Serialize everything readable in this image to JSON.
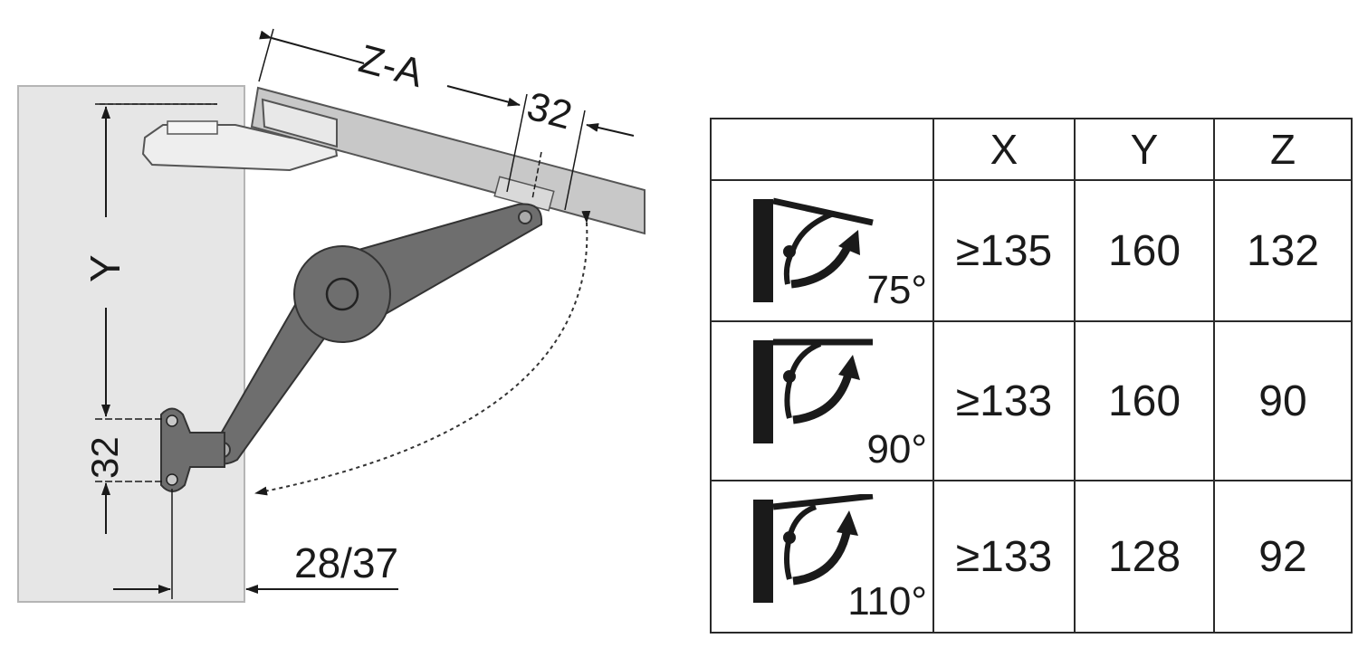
{
  "drawing": {
    "labels": {
      "za": "Z-A",
      "top_offset": "32",
      "y": "Y",
      "bottom_offset": "32",
      "side_offset": "28/37"
    }
  },
  "table": {
    "headers": [
      "",
      "X",
      "Y",
      "Z"
    ],
    "rows": [
      {
        "angle": "75°",
        "icon": "opening-angle-75-icon",
        "x": "≥135",
        "y": "160",
        "z": "132"
      },
      {
        "angle": "90°",
        "icon": "opening-angle-90-icon",
        "x": "≥133",
        "y": "160",
        "z": "90"
      },
      {
        "angle": "110°",
        "icon": "opening-angle-110-icon",
        "x": "≥133",
        "y": "128",
        "z": "92"
      }
    ]
  },
  "colors": {
    "cabinet": "#e6e6e6",
    "flap": "#c8c8c8",
    "mechanism": "#6e6e6e",
    "line": "#1a1a1a"
  }
}
